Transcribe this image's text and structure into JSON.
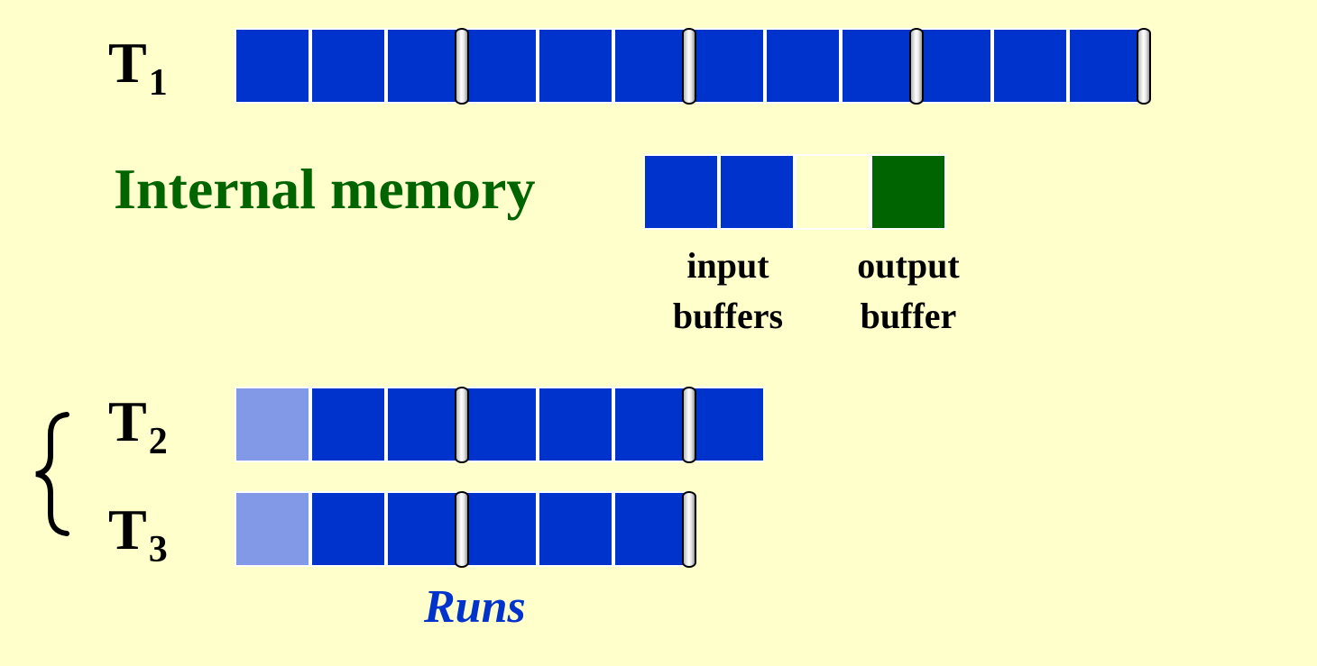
{
  "colors": {
    "background": "#ffffcc",
    "block_dark": "#0033cc",
    "block_light": "#8199e6",
    "output_block": "#006400",
    "memory_title": "#006400",
    "runs_label": "#0033cc"
  },
  "tapes": [
    {
      "id": "T1",
      "letter": "T",
      "sub": "1",
      "blocks": 12,
      "first_light": false,
      "run_separators_after": [
        3,
        6,
        9,
        12
      ]
    },
    {
      "id": "T2",
      "letter": "T",
      "sub": "2",
      "blocks": 7,
      "first_light": true,
      "run_separators_after": [
        3,
        6
      ]
    },
    {
      "id": "T3",
      "letter": "T",
      "sub": "3",
      "blocks": 6,
      "first_light": true,
      "run_separators_after": [
        3,
        6
      ]
    }
  ],
  "memory": {
    "title": "Internal memory",
    "buffers": [
      "input",
      "input",
      "empty",
      "output"
    ],
    "input_caption": [
      "input",
      "buffers"
    ],
    "output_caption": [
      "output",
      "buffer"
    ]
  },
  "runs_label": "Runs",
  "brace_icon": "left-curly-brace"
}
